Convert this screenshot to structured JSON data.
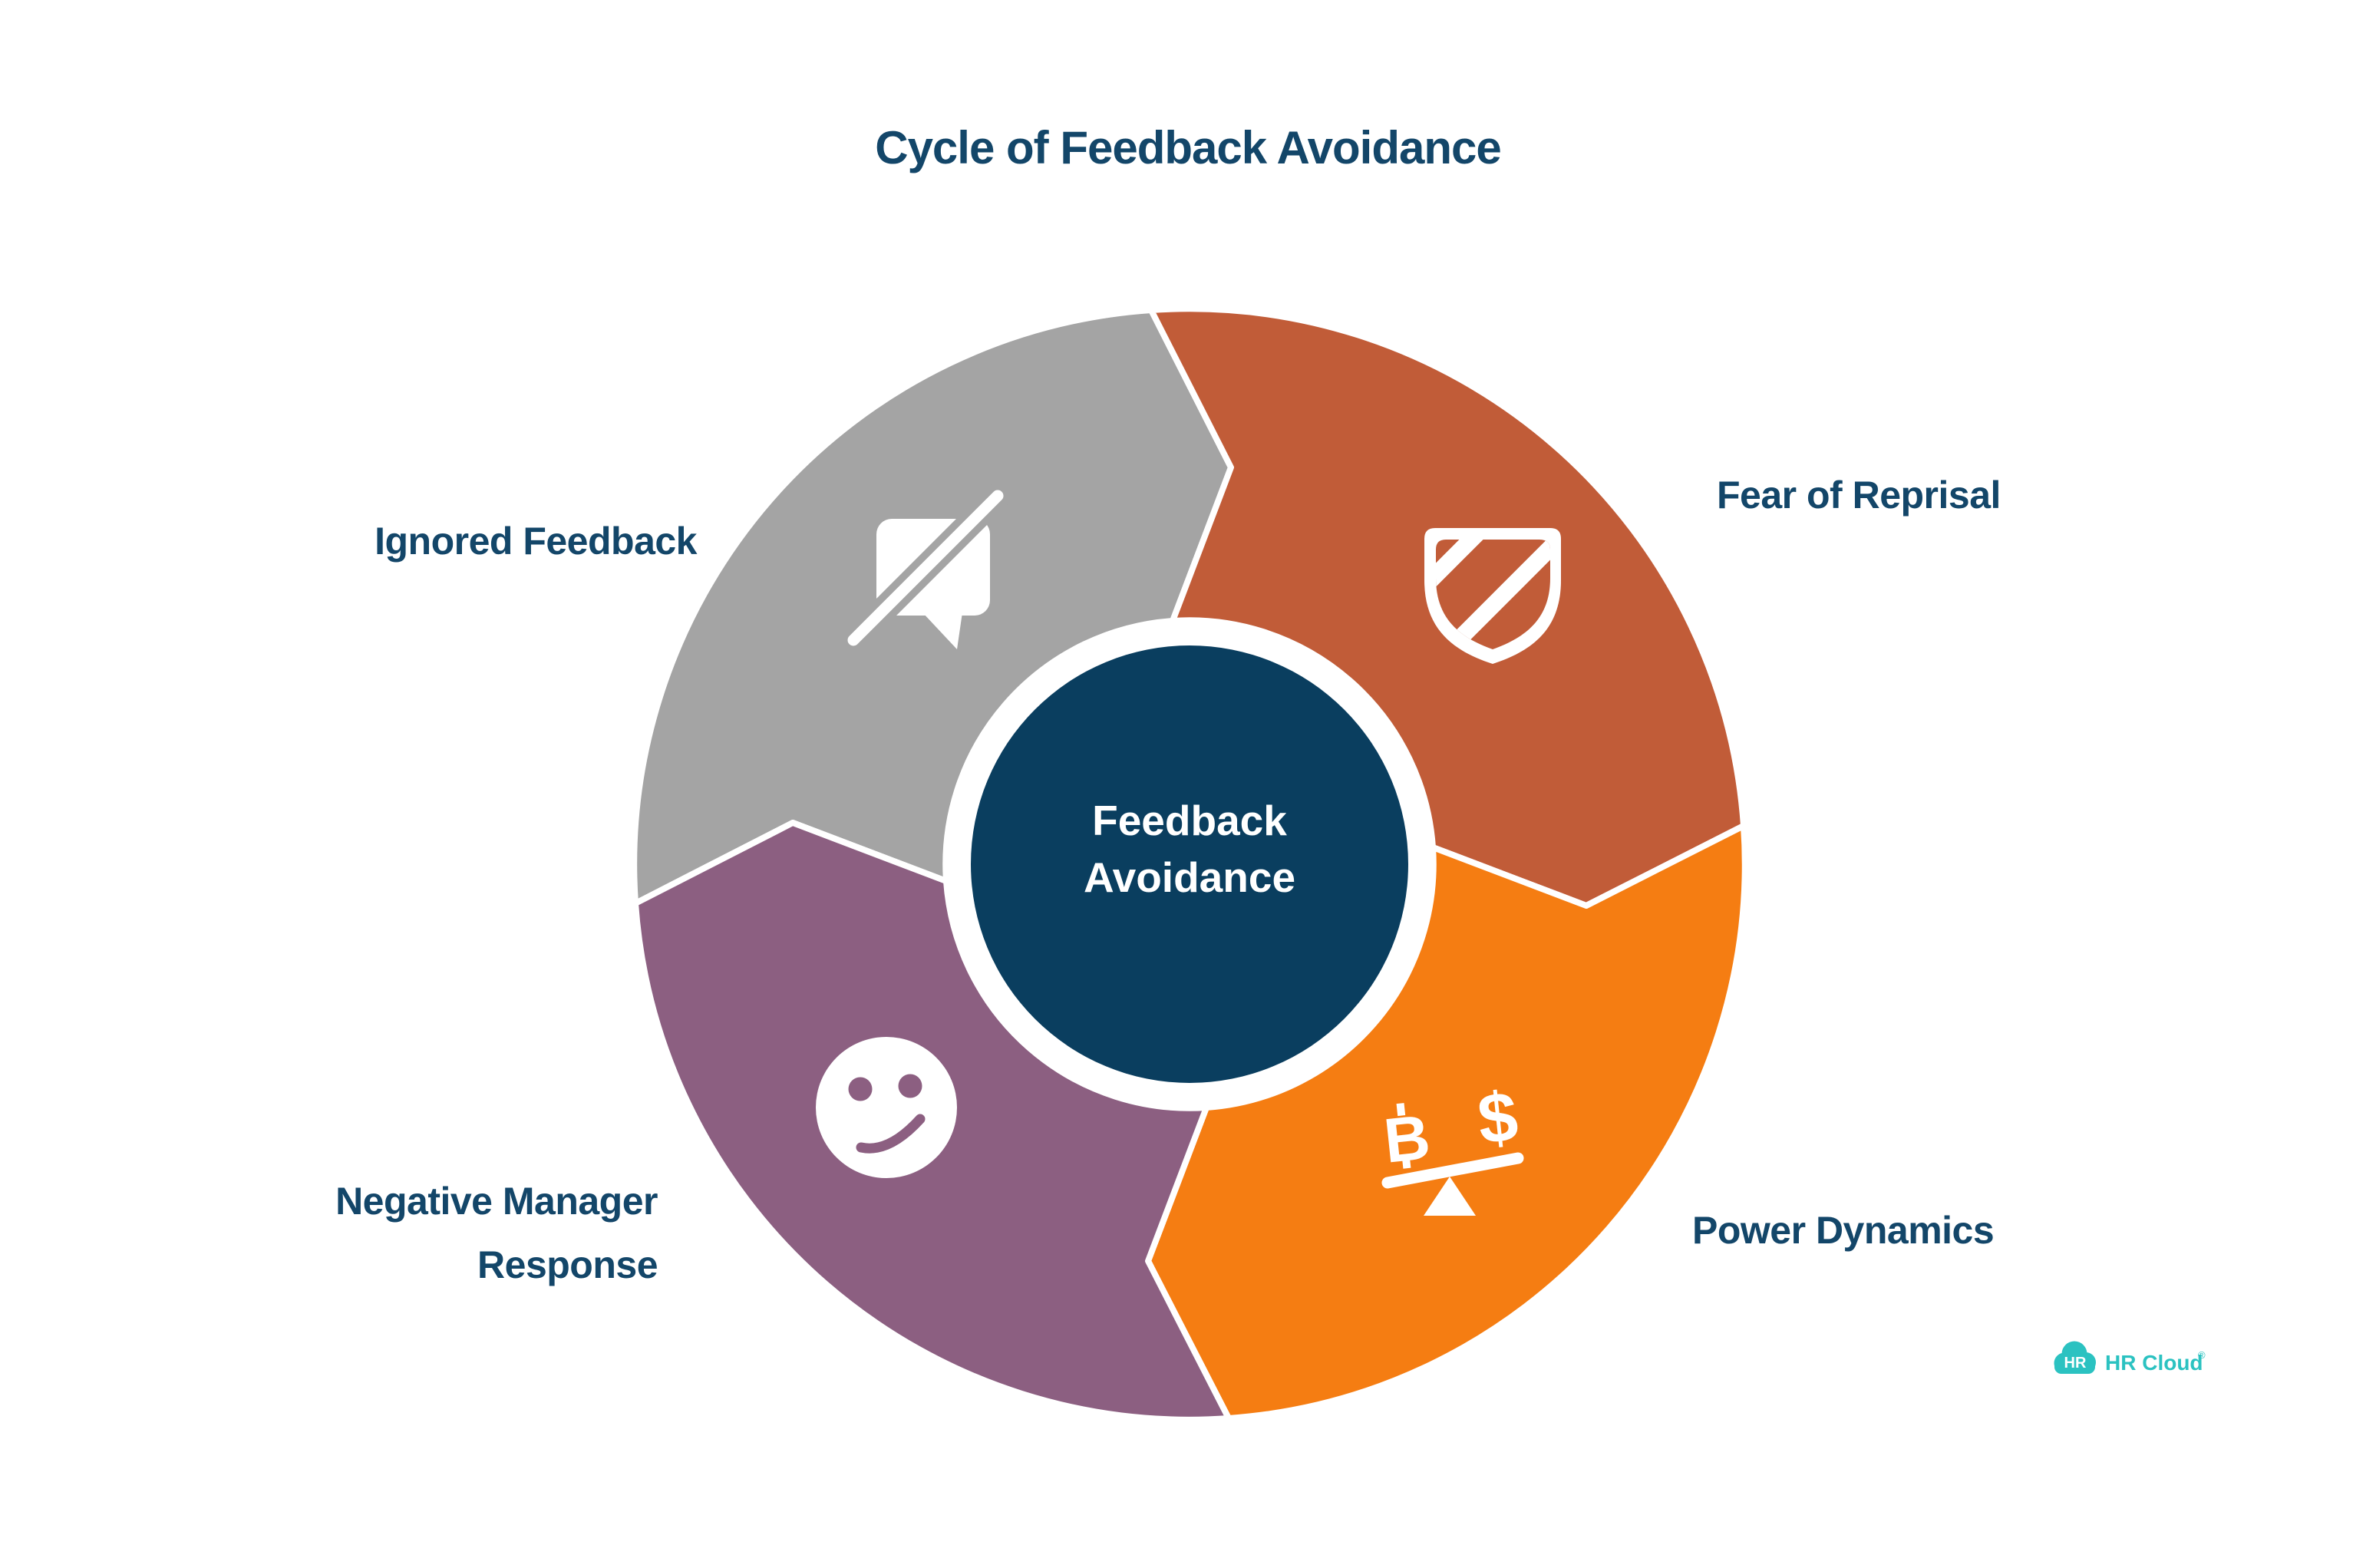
{
  "title": "Cycle of Feedback Avoidance",
  "center": {
    "label": "Feedback Avoidance",
    "line1": "Feedback",
    "line2": "Avoidance"
  },
  "segments": [
    {
      "label": "Ignored Feedback",
      "color": "#A4A4A4",
      "icon": "muted-chat-icon",
      "position": "top-left"
    },
    {
      "label": "Fear of Reprisal",
      "color": "#C15C38",
      "icon": "striped-shield-icon",
      "position": "top-right"
    },
    {
      "label": "Power Dynamics",
      "color": "#F57D12",
      "icon": "currency-balance-icon",
      "position": "bottom-right"
    },
    {
      "label": "Negative Manager Response",
      "color": "#8C5F81",
      "icon": "frown-face-icon",
      "position": "bottom-left"
    }
  ],
  "colors": {
    "background": "#FFFFFF",
    "center_circle": "#0A3E5F",
    "heading_text": "#134669",
    "divider": "#FFFFFF",
    "icon": "#FFFFFF"
  },
  "icon_glyphs": {
    "balance_left_symbol": "B",
    "balance_right_symbol": "$"
  },
  "logo": {
    "badge_text": "HR",
    "brand_text": "HR Cloud",
    "registered_mark": "®",
    "color": "#2BC2C1"
  }
}
